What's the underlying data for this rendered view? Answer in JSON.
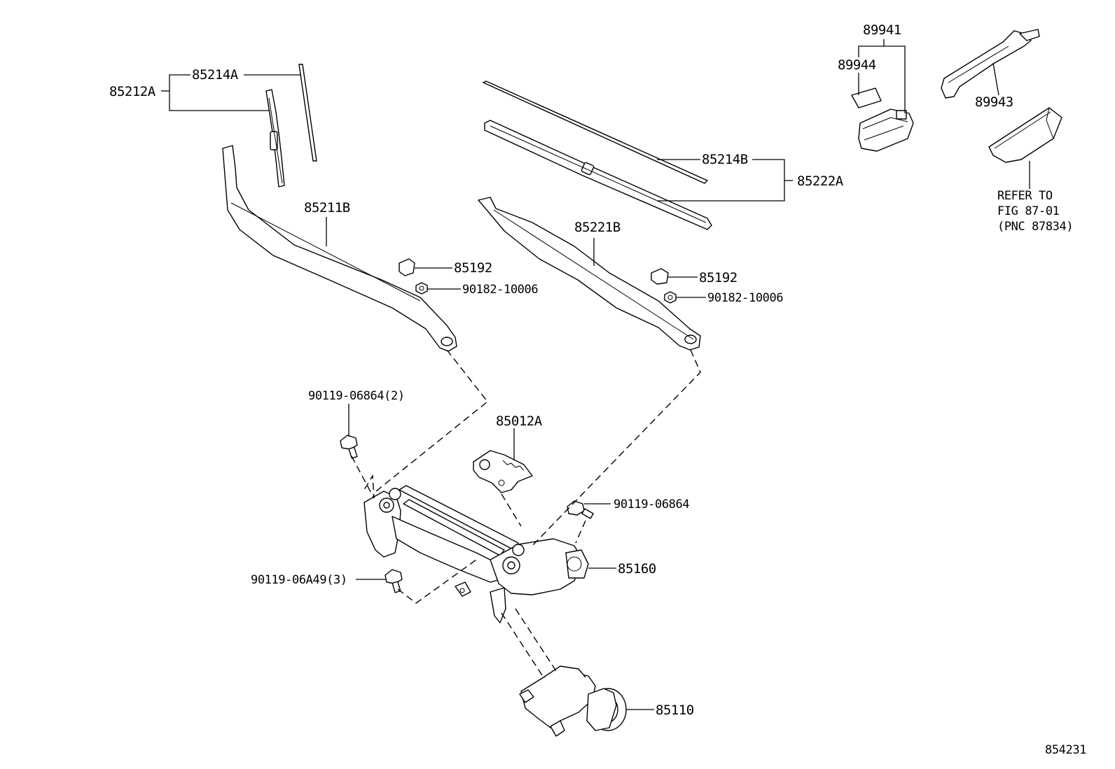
{
  "diagram": {
    "drawing_number": "854231",
    "labels": {
      "l_85214A": "85214A",
      "l_85212A": "85212A",
      "l_85211B": "85211B",
      "l_85192_left": "85192",
      "l_90182_left": "90182-10006",
      "l_85214B": "85214B",
      "l_85222A": "85222A",
      "l_85221B": "85221B",
      "l_85192_right": "85192",
      "l_90182_right": "90182-10006",
      "l_89941": "89941",
      "l_89944": "89944",
      "l_89943": "89943",
      "l_refer_1": "REFER TO",
      "l_refer_2": "FIG 87-01",
      "l_refer_3": "(PNC 87834)",
      "l_90119_06864_2": "90119-06864(2)",
      "l_85012A": "85012A",
      "l_90119_06864": "90119-06864",
      "l_90119_06A49_3": "90119-06A49(3)",
      "l_85160": "85160",
      "l_85110": "85110"
    }
  }
}
